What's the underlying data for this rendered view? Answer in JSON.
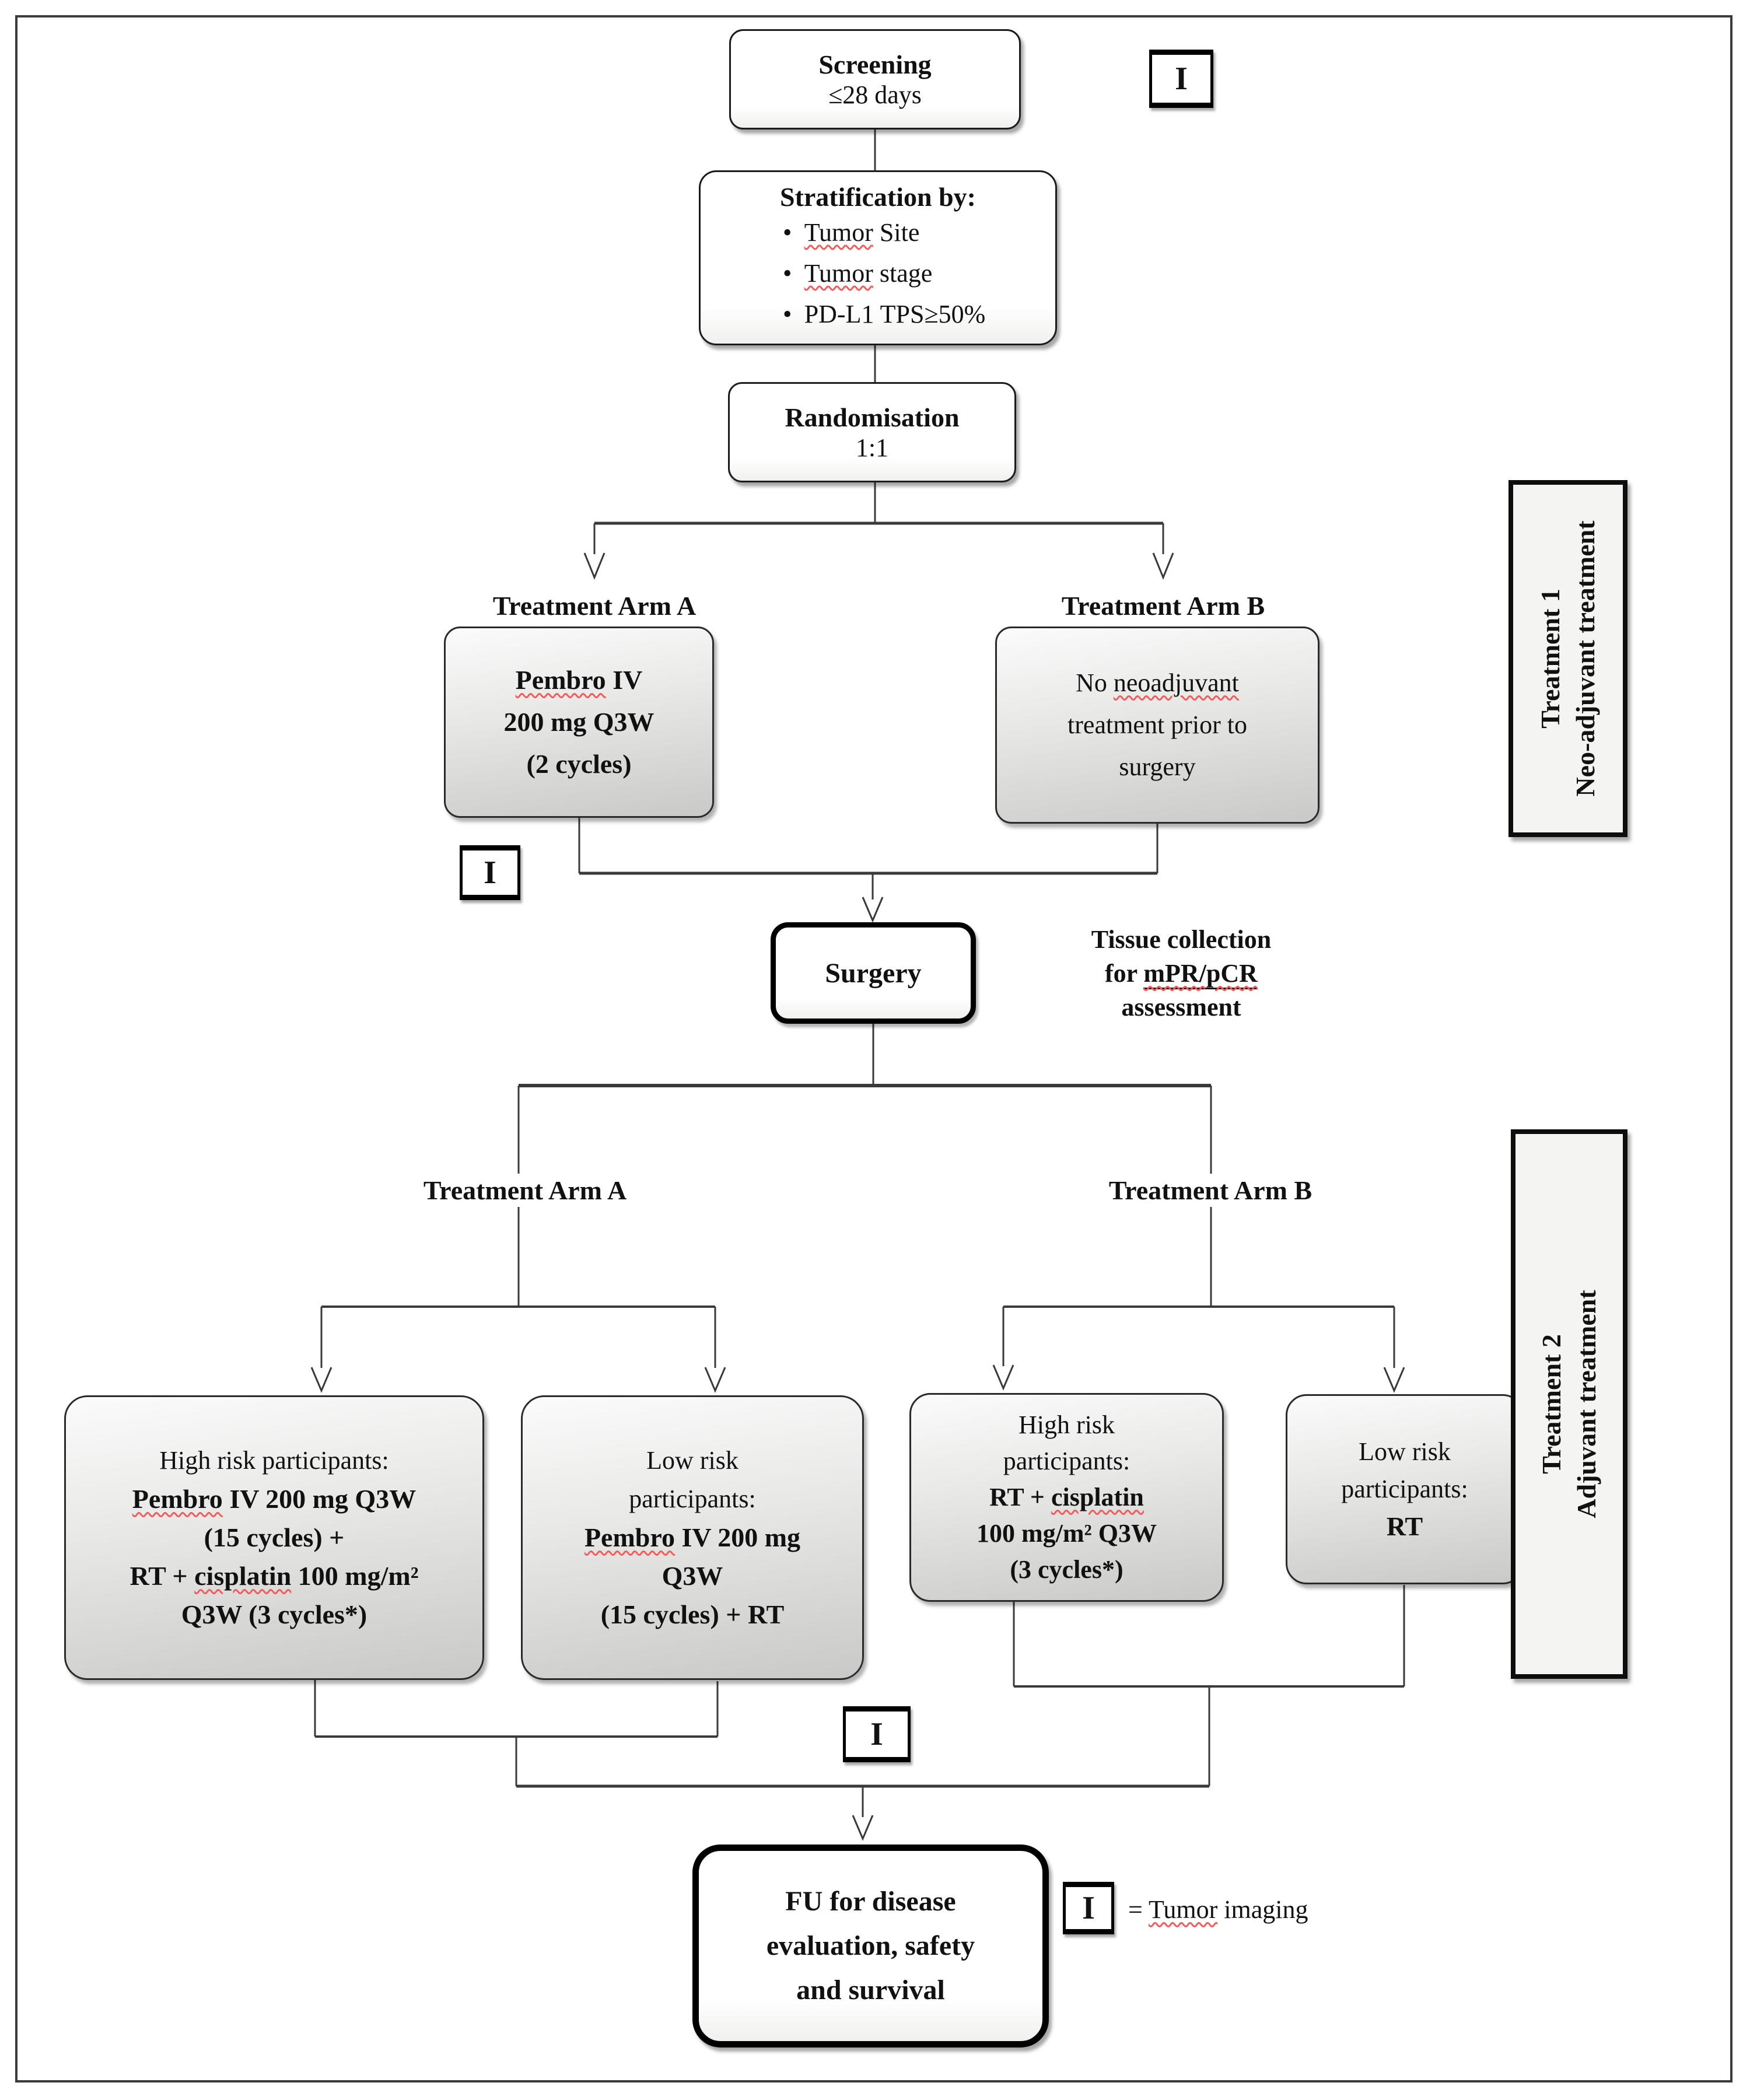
{
  "colors": {
    "squiggle": "#f55b5b",
    "connector": "#3a3a3a",
    "box_border": "#1b1b1b"
  },
  "imaging": {
    "symbol": "I"
  },
  "screening": {
    "title": "Screening",
    "duration": "≤28 days"
  },
  "stratification": {
    "title": "Stratification by:",
    "bullet": "•",
    "b1_word": "Tumor",
    "b1_rest": " Site",
    "b2_word": "Tumor",
    "b2_rest": " stage",
    "b3": "PD-L1 TPS≥50%"
  },
  "randomisation": {
    "title": "Randomisation",
    "ratio": "1:1"
  },
  "arms": {
    "a": "Treatment Arm A",
    "b": "Treatment Arm B"
  },
  "neoadjuvant": {
    "arm_a": {
      "l1_word": "Pembro",
      "l1_rest": " IV",
      "l2": "200 mg Q3W",
      "l3": "(2 cycles)"
    },
    "arm_b": {
      "l1_pre": "No ",
      "l1_word": "neoadjuvant",
      "l2": "treatment prior to",
      "l3": "surgery"
    }
  },
  "surgery": {
    "label": "Surgery"
  },
  "tissue_note": {
    "l1": "Tissue collection",
    "l2_pre": "for ",
    "l2_word": "mPR/pCR",
    "l3": "assessment"
  },
  "adjuvant": {
    "a_high": {
      "header": "High risk participants:",
      "l1_word": "Pembro",
      "l1_rest": " IV 200 mg Q3W",
      "l2": "(15 cycles) +",
      "l3_pre": "RT + ",
      "l3_word": "cisplatin",
      "l3_rest": " 100 mg/m²",
      "l4": "Q3W (3 cycles*)"
    },
    "a_low": {
      "header1": "Low risk",
      "header2": "participants:",
      "l1_word": "Pembro",
      "l1_rest": " IV 200 mg",
      "l2": "Q3W",
      "l3": "(15 cycles) + RT"
    },
    "b_high": {
      "header1": "High risk",
      "header2": "participants:",
      "l1_pre": "RT + ",
      "l1_word": "cisplatin",
      "l2": "100 mg/m² Q3W",
      "l3": "(3 cycles*)"
    },
    "b_low": {
      "header1": "Low risk",
      "header2": "participants:",
      "l1": "RT"
    }
  },
  "followup": {
    "l1": "FU for disease",
    "l2": "evaluation, safety",
    "l3": "and survival"
  },
  "side_labels": {
    "treatment1": {
      "l1": "Treatment 1",
      "l2": "Neo-adjuvant treatment"
    },
    "treatment2": {
      "l1": "Treatment 2",
      "l2": "Adjuvant treatment"
    }
  },
  "legend": {
    "symbol": "I",
    "equals": "= ",
    "term": "Tumor",
    "term_rest": " imaging"
  }
}
